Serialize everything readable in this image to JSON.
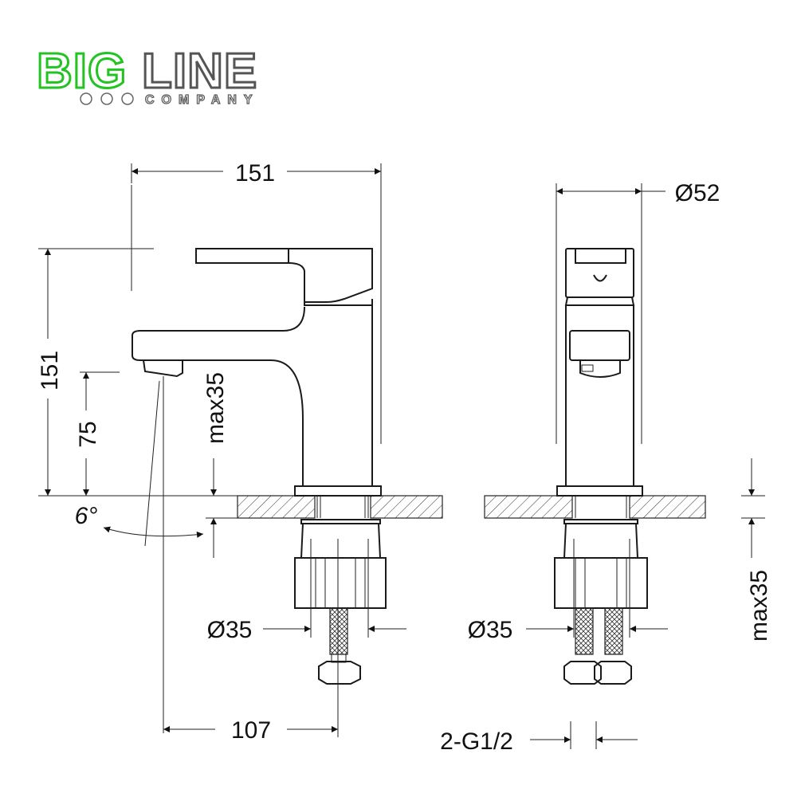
{
  "logo": {
    "brand_part1": "BIG",
    "brand_part2": "LINE",
    "tagline": "COMPANY",
    "green": "#22c322",
    "grey": "#555555"
  },
  "side_view": {
    "width_top": "151",
    "height_total": "151",
    "spout_height": "75",
    "max_thickness": "max35",
    "angle": "6°",
    "hole_diameter": "Ø35",
    "spout_reach": "107"
  },
  "front_view": {
    "body_diameter": "Ø52",
    "hole_diameter": "Ø35",
    "max_thickness": "max35",
    "connection": "2-G1/2"
  }
}
